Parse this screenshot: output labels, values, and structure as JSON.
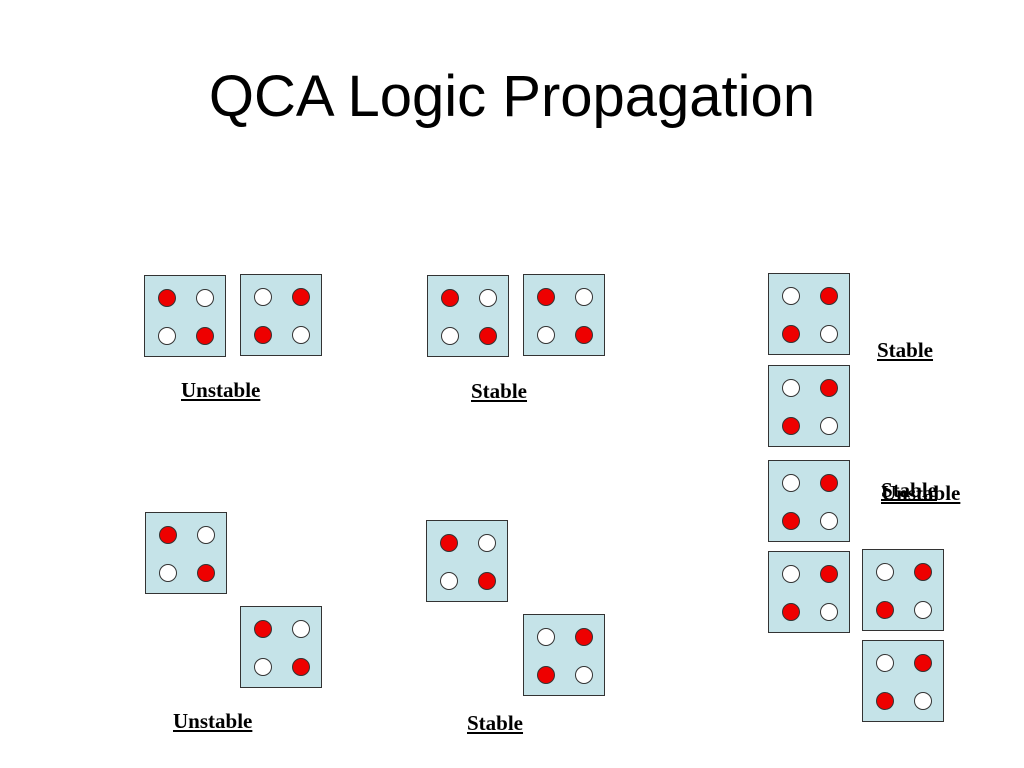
{
  "title": "QCA Logic Propagation",
  "colors": {
    "cell_fill": "#c5e3e8",
    "polarized_dot": "#ee0000",
    "empty_dot": "#ffffff"
  },
  "cells": [
    {
      "id": "a1",
      "pattern": "diag-main"
    },
    {
      "id": "a2",
      "pattern": "diag-anti"
    },
    {
      "id": "b1",
      "pattern": "diag-main"
    },
    {
      "id": "b2",
      "pattern": "diag-main"
    },
    {
      "id": "c1",
      "pattern": "diag-main"
    },
    {
      "id": "c2",
      "pattern": "diag-main"
    },
    {
      "id": "d1",
      "pattern": "diag-main"
    },
    {
      "id": "d2",
      "pattern": "diag-anti"
    },
    {
      "id": "e1",
      "pattern": "diag-anti"
    },
    {
      "id": "e2",
      "pattern": "diag-anti"
    },
    {
      "id": "e3",
      "pattern": "diag-anti"
    },
    {
      "id": "e4",
      "pattern": "diag-anti"
    },
    {
      "id": "e5",
      "pattern": "diag-anti"
    },
    {
      "id": "e6",
      "pattern": "diag-anti"
    }
  ],
  "labels": {
    "top_left": "Unstable",
    "top_middle": "Stable",
    "right_top": "Stable",
    "right_mid_a": "Stable",
    "right_mid_b": "Unstable",
    "bottom_left": "Unstable",
    "bottom_middle": "Stable"
  }
}
